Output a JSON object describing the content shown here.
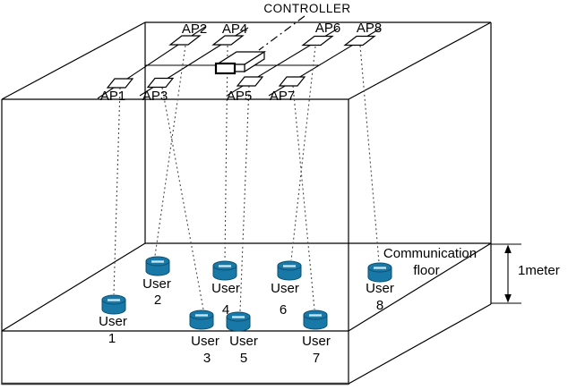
{
  "figure": {
    "controller": {
      "label": "CONTROLLER"
    },
    "aps": [
      {
        "label": "AP1"
      },
      {
        "label": "AP2"
      },
      {
        "label": "AP3"
      },
      {
        "label": "AP4"
      },
      {
        "label": "AP5"
      },
      {
        "label": "AP6"
      },
      {
        "label": "AP7"
      },
      {
        "label": "AP8"
      }
    ],
    "users": [
      {
        "label": "User",
        "number": "1"
      },
      {
        "label": "User",
        "number": "2"
      },
      {
        "label": "User",
        "number": "3"
      },
      {
        "label": "User",
        "number": "4"
      },
      {
        "label": "User",
        "number": "5"
      },
      {
        "label": "User",
        "number": "6"
      },
      {
        "label": "User",
        "number": "7"
      },
      {
        "label": "User",
        "number": "8"
      }
    ],
    "annotations": {
      "floor_line1": "Communication",
      "floor_line2": "floor",
      "height_label": "1meter"
    },
    "colors": {
      "line": "#000000",
      "beam": "#4a4a4a",
      "cylinder_fill": "#1878a8",
      "cylinder_stroke": "#0d4f6e",
      "cylinder_highlight": "#c7e6f3",
      "slab_edge": "#3a3a3a"
    }
  }
}
